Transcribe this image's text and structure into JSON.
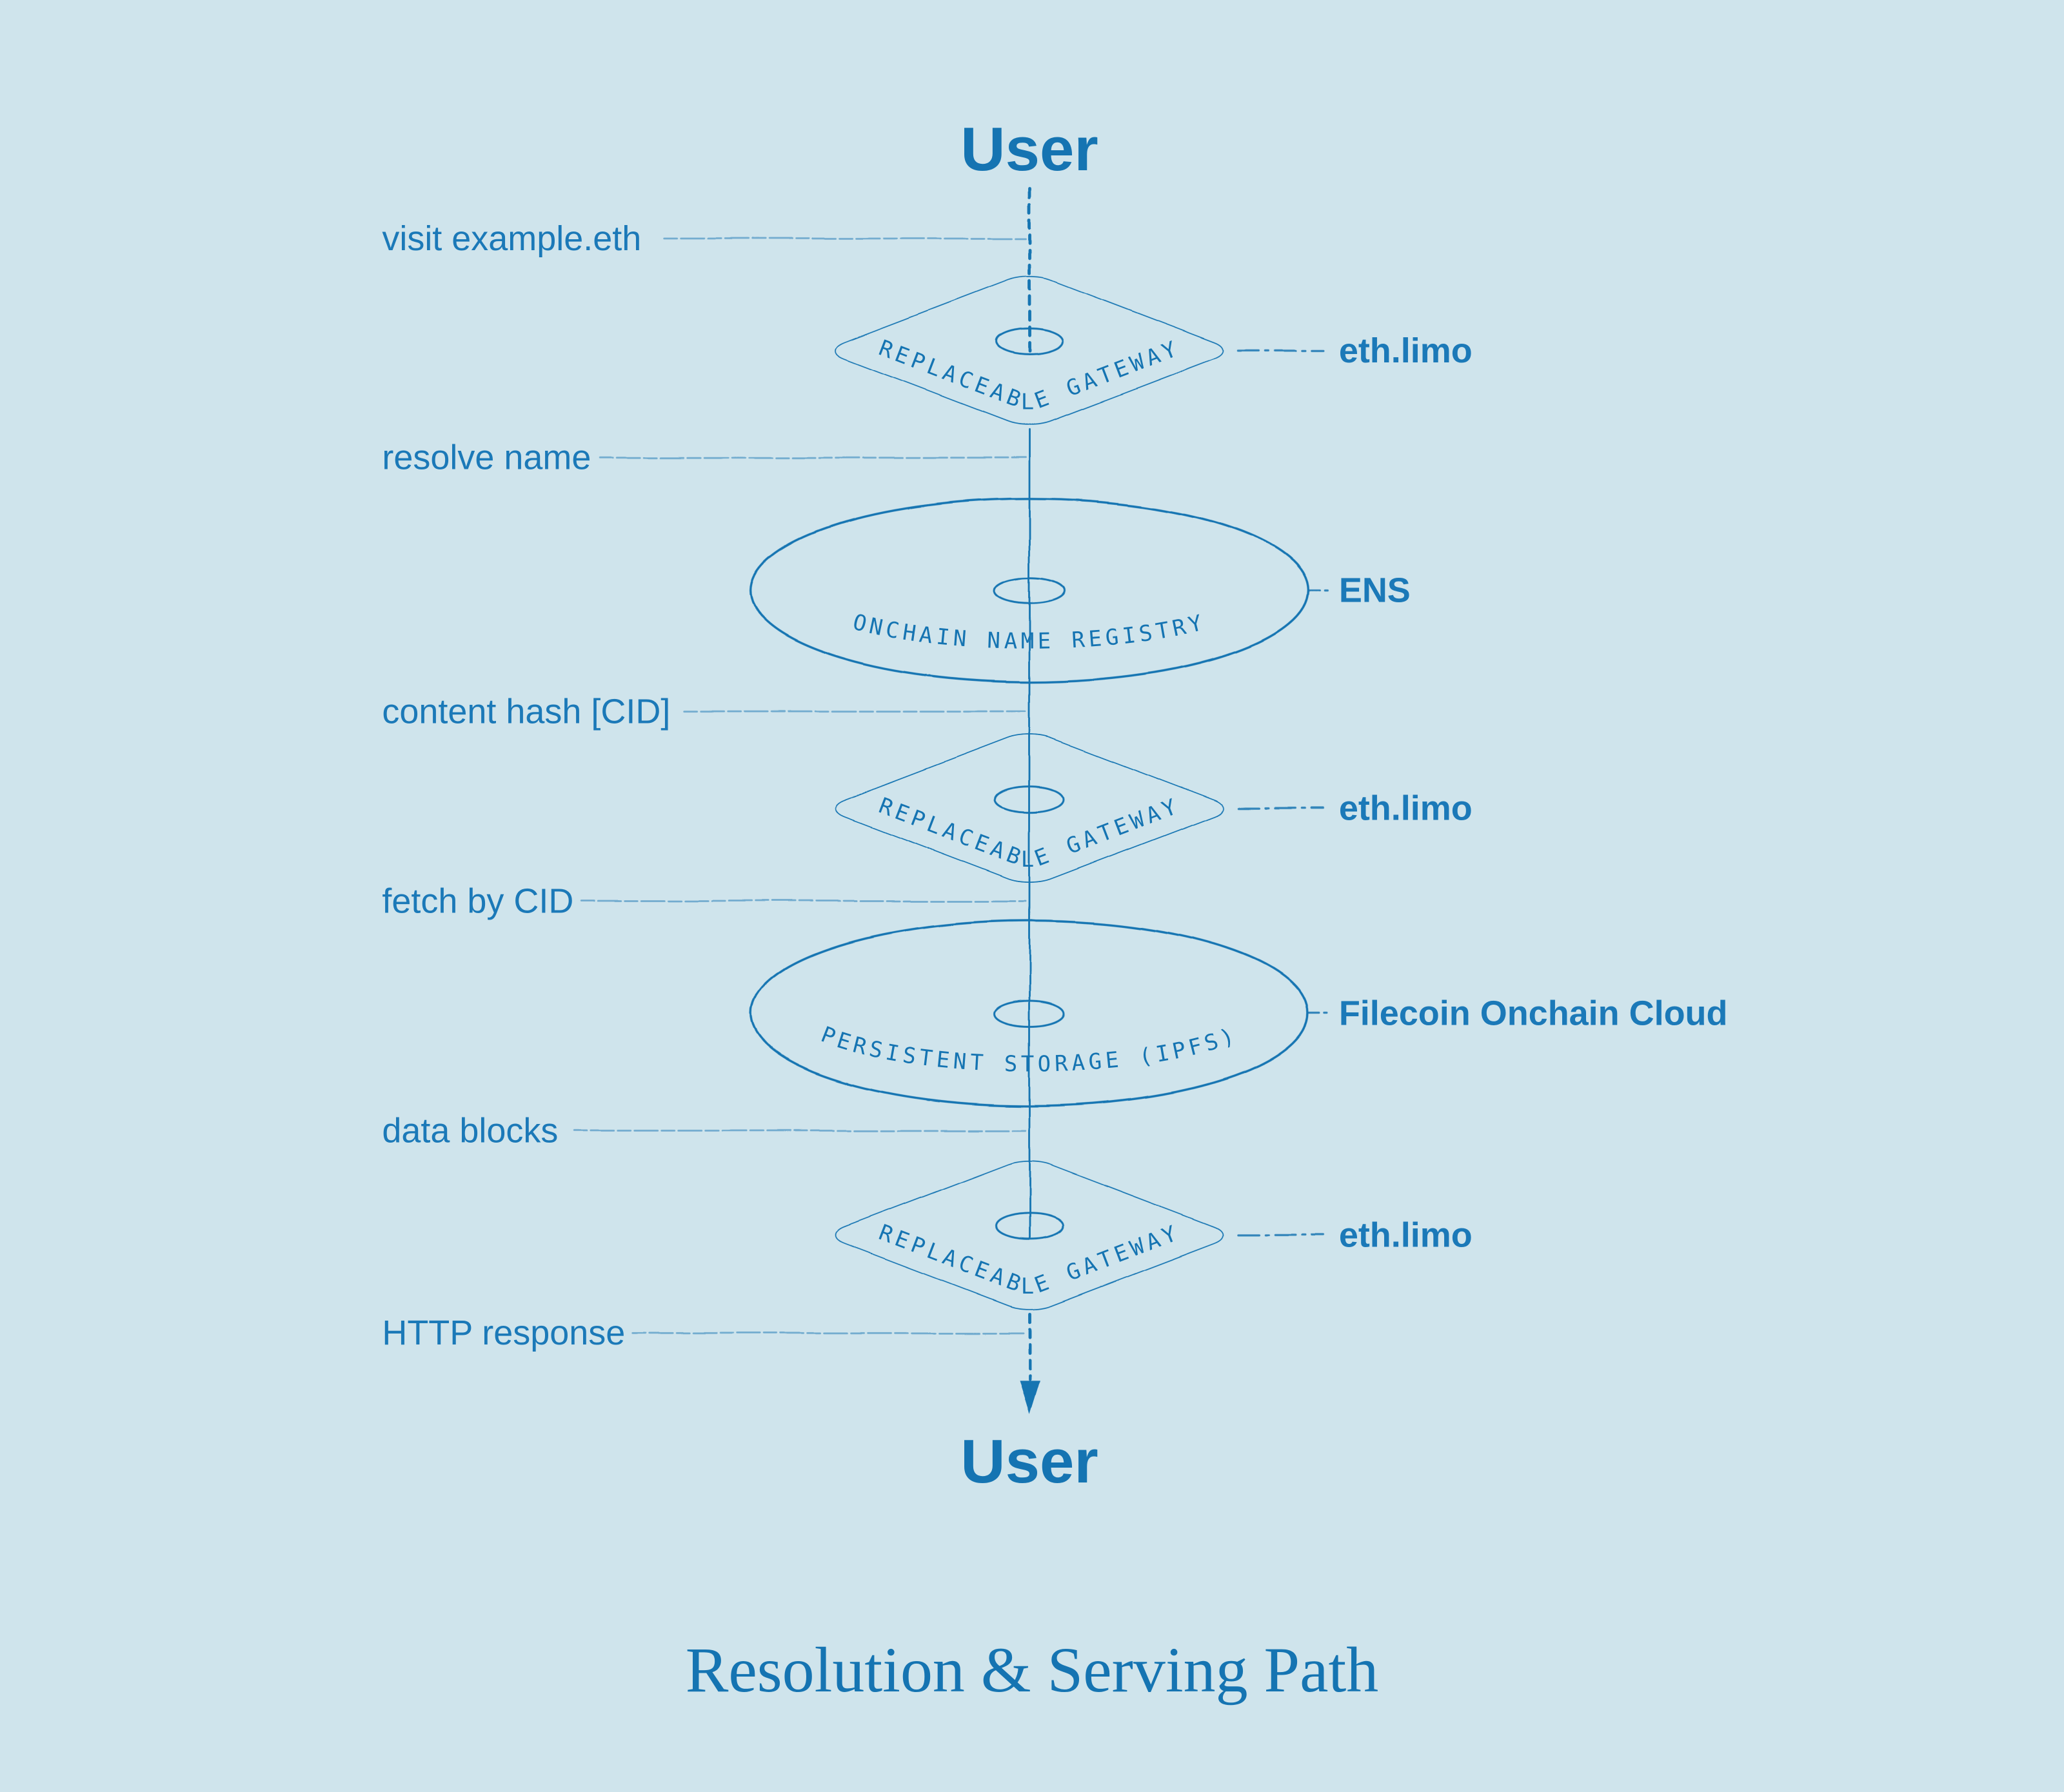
{
  "colors": {
    "background": "#cfe4ec",
    "ink": "#1574b2",
    "label": "#1b79b8"
  },
  "user_top": "User",
  "user_bottom": "User",
  "title": "Resolution & Serving Path",
  "steps": [
    {
      "label": "visit example.eth"
    },
    {
      "label": "resolve name"
    },
    {
      "label": "content hash [CID]"
    },
    {
      "label": "fetch by CID"
    },
    {
      "label": "data blocks"
    },
    {
      "label": "HTTP response"
    }
  ],
  "nodes": [
    {
      "shape": "diamond",
      "inner_text": "REPLACEABLE GATEWAY",
      "provider": "eth.limo"
    },
    {
      "shape": "ellipse",
      "inner_text": "ONCHAIN NAME REGISTRY",
      "provider": "ENS"
    },
    {
      "shape": "diamond",
      "inner_text": "REPLACEABLE GATEWAY",
      "provider": "eth.limo"
    },
    {
      "shape": "ellipse",
      "inner_text": "PERSISTENT STORAGE (IPFS)",
      "provider": "Filecoin Onchain Cloud"
    },
    {
      "shape": "diamond",
      "inner_text": "REPLACEABLE GATEWAY",
      "provider": "eth.limo"
    }
  ]
}
